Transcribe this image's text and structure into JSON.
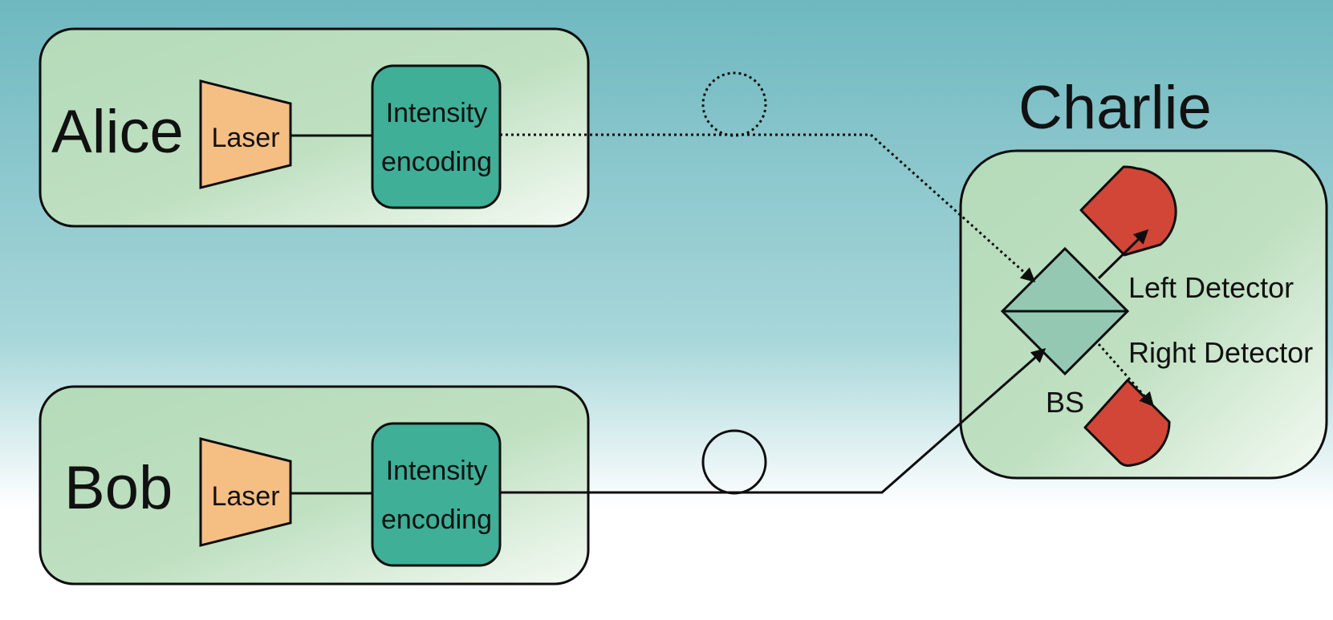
{
  "colors": {
    "background_top": "#6fb8c0",
    "background_bottom": "#ffffff",
    "panel_fill": "#b4dbb9",
    "laser_fill": "#f5be83",
    "encoder_fill": "#3faf97",
    "detector_fill": "#d24637",
    "beamsplitter_fill": "#94c8b3",
    "stroke": "#0d0d0d"
  },
  "alice": {
    "name": "Alice",
    "laser_label": "Laser",
    "encoder_line1": "Intensity",
    "encoder_line2": "encoding"
  },
  "bob": {
    "name": "Bob",
    "laser_label": "Laser",
    "encoder_line1": "Intensity",
    "encoder_line2": "encoding"
  },
  "charlie": {
    "name": "Charlie",
    "beamsplitter_label": "BS",
    "left_detector_label": "Left Detector",
    "right_detector_label": "Right Detector"
  },
  "icons": {
    "alice_pulse": "dotted-circle-icon",
    "bob_pulse": "circle-icon"
  }
}
